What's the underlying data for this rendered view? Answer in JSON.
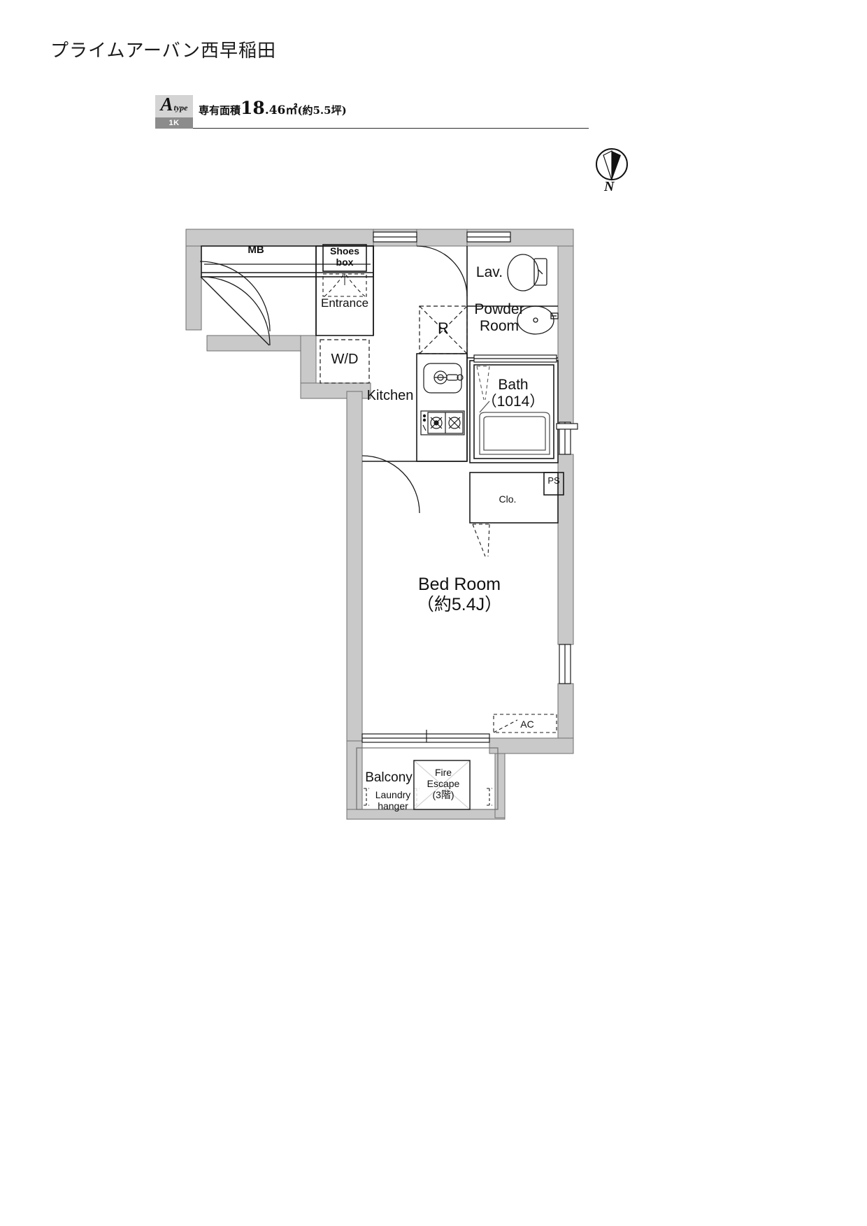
{
  "header": {
    "building_name": "プライムアーバン西早稲田",
    "type_letter": "A",
    "type_suffix": "type",
    "plan_badge": "1K",
    "area_prefix": "専有面積",
    "area_int": "18",
    "area_dec": ".46",
    "area_unit": "㎡",
    "area_tsubo": "(約5.5坪)"
  },
  "compass": {
    "label": "N"
  },
  "rooms": {
    "mb": "MB",
    "shoes_box_line1": "Shoes",
    "shoes_box_line2": "box",
    "entrance": "Entrance",
    "washer_dryer": "W/D",
    "kitchen": "Kitchen",
    "refrigerator": "R",
    "lavatory": "Lav.",
    "powder_room_line1": "Powder",
    "powder_room_line2": "Room",
    "bath_line1": "Bath",
    "bath_line2": "（1014）",
    "closet": "Clo.",
    "pipe_space": "PS",
    "bedroom_line1": "Bed Room",
    "bedroom_line2": "（約5.4J）",
    "air_conditioner": "AC",
    "balcony": "Balcony",
    "laundry_hanger_line1": "Laundry",
    "laundry_hanger_line2": "hanger",
    "fire_escape_line1": "Fire",
    "fire_escape_line2": "Escape",
    "fire_escape_line3": "(3階)"
  },
  "colors": {
    "wall_fill": "#c9c9c9",
    "wall_stroke": "#6e6e6e",
    "line": "#1a1a1a",
    "badge_type_bg": "#d4d4d4",
    "badge_plan_bg": "#8c8c8c",
    "text": "#111111"
  }
}
